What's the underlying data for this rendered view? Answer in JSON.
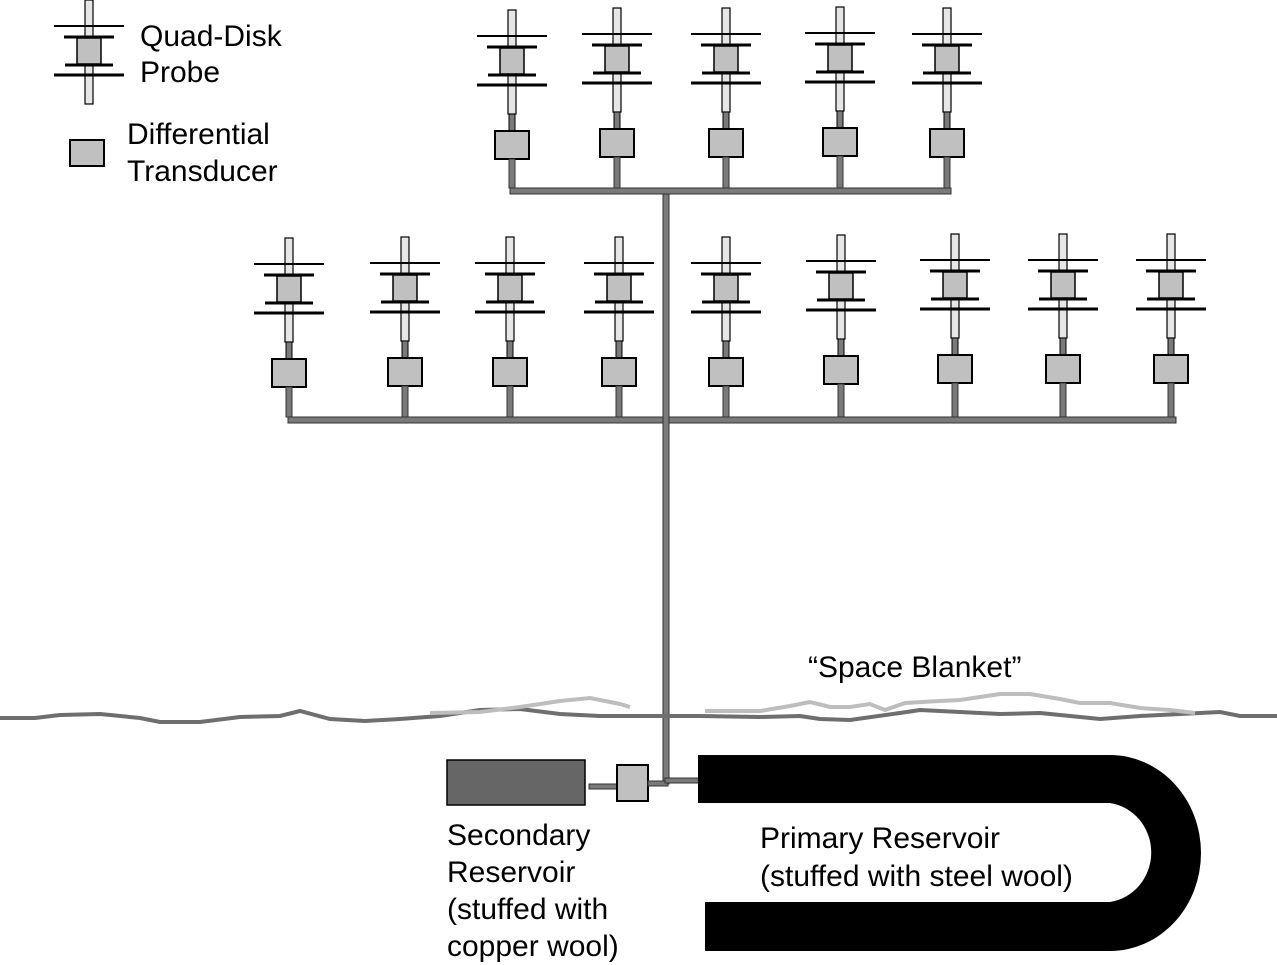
{
  "legend": {
    "probe_label_line1": "Quad-Disk",
    "probe_label_line2": "Probe",
    "transducer_label_line1": "Differential",
    "transducer_label_line2": "Transducer"
  },
  "probe_array": {
    "upper_row_count": 5,
    "lower_row_count": 9
  },
  "blanket": {
    "label": "“Space Blanket”"
  },
  "secondary_reservoir": {
    "label_lines": [
      "Secondary",
      "Reservoir",
      "(stuffed with",
      "copper wool)"
    ]
  },
  "primary_reservoir": {
    "label_lines": [
      "Primary Reservoir",
      "(stuffed with steel wool)"
    ]
  },
  "colors": {
    "probe_rod": "#e6e6e6",
    "probe_body": "#c0c0c0",
    "transducer": "#c0c0c0",
    "pipe": "#7a7a7a",
    "ground": "#6e6e6e",
    "blanket": "#bdbdbd",
    "secondary_reservoir": "#666666",
    "primary_reservoir": "#000000"
  }
}
